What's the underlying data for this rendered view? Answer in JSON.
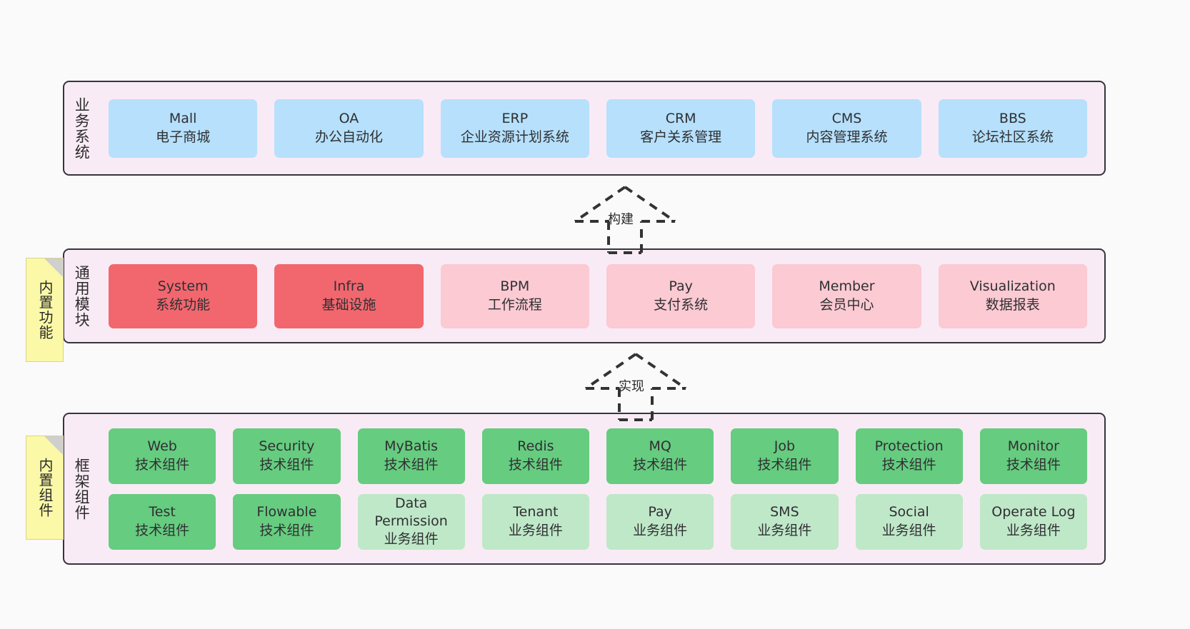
{
  "diagram": {
    "background_color": "#fafafa",
    "panel_color": "#f9ebf5",
    "panel_border_color": "#35353b"
  },
  "layers": [
    {
      "key": "business",
      "title": "业务系统",
      "card_color": "#b6e0fb",
      "cards": [
        {
          "en": "Mall",
          "cn": "电子商城"
        },
        {
          "en": "OA",
          "cn": "办公自动化"
        },
        {
          "en": "ERP",
          "cn": "企业资源计划系统"
        },
        {
          "en": "CRM",
          "cn": "客户关系管理"
        },
        {
          "en": "CMS",
          "cn": "内容管理系统"
        },
        {
          "en": "BBS",
          "cn": "论坛社区系统"
        }
      ]
    },
    {
      "key": "modules",
      "title": "通用模块",
      "note": "内置功能",
      "card_color_primary": "#f2676e",
      "card_color_secondary": "#fbcad3",
      "cards": [
        {
          "en": "System",
          "cn": "系统功能",
          "variant": "mod-hot"
        },
        {
          "en": "Infra",
          "cn": "基础设施",
          "variant": "mod-hot"
        },
        {
          "en": "BPM",
          "cn": "工作流程",
          "variant": "mod-soft"
        },
        {
          "en": "Pay",
          "cn": "支付系统",
          "variant": "mod-soft"
        },
        {
          "en": "Member",
          "cn": "会员中心",
          "variant": "mod-soft"
        },
        {
          "en": "Visualization",
          "cn": "数据报表",
          "variant": "mod-soft"
        }
      ]
    },
    {
      "key": "framework",
      "title": "框架组件",
      "note": "内置组件",
      "card_color_tech": "#66cc7f",
      "card_color_biz": "#bfe8c8",
      "row_one": [
        {
          "en": "Web",
          "cn": "技术组件",
          "variant": "tech"
        },
        {
          "en": "Security",
          "cn": "技术组件",
          "variant": "tech"
        },
        {
          "en": "MyBatis",
          "cn": "技术组件",
          "variant": "tech"
        },
        {
          "en": "Redis",
          "cn": "技术组件",
          "variant": "tech"
        },
        {
          "en": "MQ",
          "cn": "技术组件",
          "variant": "tech"
        },
        {
          "en": "Job",
          "cn": "技术组件",
          "variant": "tech"
        },
        {
          "en": "Protection",
          "cn": "技术组件",
          "variant": "tech"
        },
        {
          "en": "Monitor",
          "cn": "技术组件",
          "variant": "tech"
        }
      ],
      "row_two": [
        {
          "en": "Test",
          "cn": "技术组件",
          "variant": "tech"
        },
        {
          "en": "Flowable",
          "cn": "技术组件",
          "variant": "tech"
        },
        {
          "en": "Data Permission",
          "cn": "业务组件",
          "variant": "bizcomp"
        },
        {
          "en": "Tenant",
          "cn": "业务组件",
          "variant": "bizcomp"
        },
        {
          "en": "Pay",
          "cn": "业务组件",
          "variant": "bizcomp"
        },
        {
          "en": "SMS",
          "cn": "业务组件",
          "variant": "bizcomp"
        },
        {
          "en": "Social",
          "cn": "业务组件",
          "variant": "bizcomp"
        },
        {
          "en": "Operate Log",
          "cn": "业务组件",
          "variant": "bizcomp"
        }
      ]
    }
  ],
  "connectors": [
    {
      "key": "build",
      "label": "构建",
      "style": "dashed-generalization",
      "from": "modules",
      "to": "business"
    },
    {
      "key": "implement",
      "label": "实现",
      "style": "dashed-generalization",
      "from": "framework",
      "to": "modules"
    }
  ]
}
